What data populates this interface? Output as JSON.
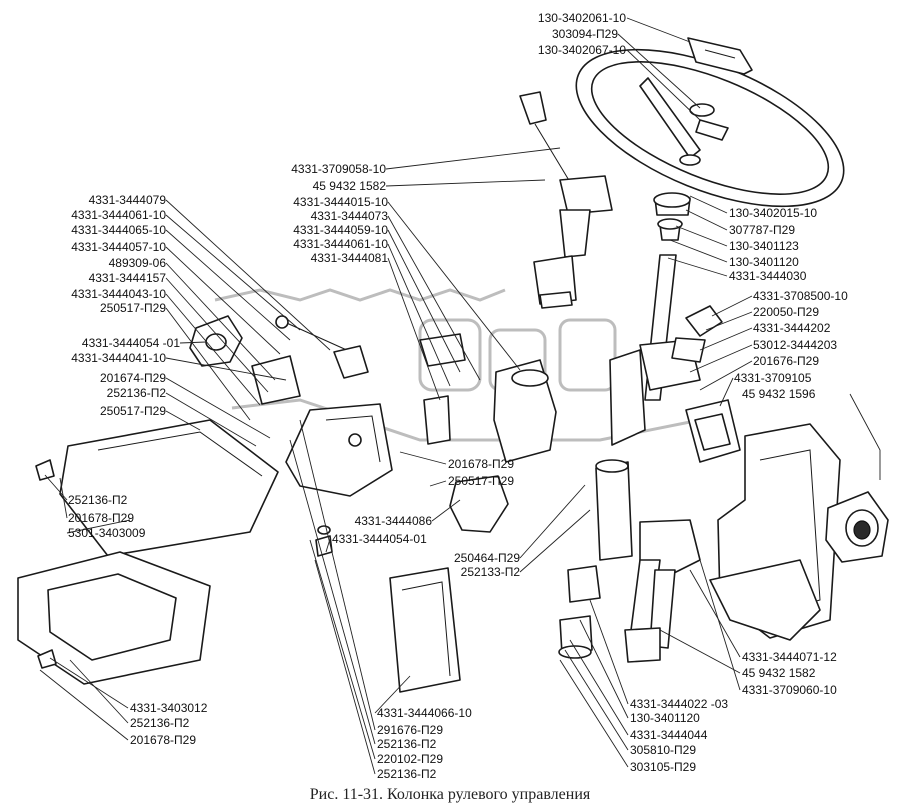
{
  "caption": "Рис. 11-31. Колонка рулевого управления",
  "callouts": {
    "top_right": [
      "130-3402061-10",
      "303094-П29",
      "130-3402067-10"
    ],
    "right": [
      "130-3402015-10",
      "307787-П29",
      "130-3401123",
      "130-3401120",
      "4331-3444030",
      "4331-3708500-10",
      "220050-П29",
      "4331-3444202",
      "53012-3444203",
      "201676-П29",
      "4331-3709105",
      "45 9432 1596"
    ],
    "center_top": [
      "4331-3709058-10",
      "45 9432 1582",
      "4331-3444015-10",
      "4331-3444073",
      "4331-3444059-10",
      "4331-3444061-10",
      "4331-3444081"
    ],
    "left": [
      "4331-3444079",
      "4331-3444061-10",
      "4331-3444065-10",
      "4331-3444057-10",
      "489309-06",
      "4331-3444157",
      "4331-3444043-10",
      "250517-П29",
      "4331-3444054 -01",
      "4331-3444041-10",
      "201674-П29",
      "252136-П2",
      "250517-П29"
    ],
    "left_bottom": [
      "252136-П2",
      "201678-П29",
      "5301-3403009"
    ],
    "center_mid": [
      "201678-П29",
      "250517-П29",
      "4331-3444086",
      "4331-3444054-01",
      "250464-П29",
      "252133-П2"
    ],
    "bottom_left": [
      "4331-3403012",
      "252136-П2",
      "201678-П29"
    ],
    "bottom_center": [
      "4331-3444066-10",
      "291676-П29",
      "252136-П2",
      "220102-П29",
      "252136-П2"
    ],
    "bottom_right": [
      "4331-3444071-12",
      "45 9432 1582",
      "4331-3709060-10",
      "4331-3444022 -03",
      "130-3401120",
      "4331-3444044",
      "305810-П29",
      "303105-П29"
    ]
  }
}
